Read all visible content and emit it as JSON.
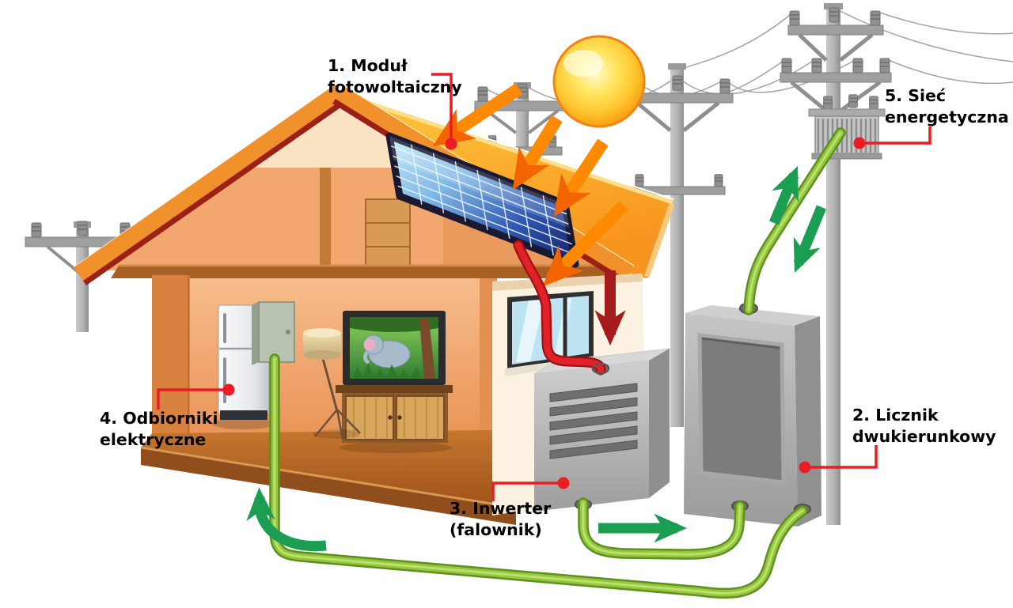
{
  "labels": [
    {
      "num": "1",
      "line1": "1. Moduł",
      "line2": "fotowoltaiczny"
    },
    {
      "num": "2",
      "line1": "2. Licznik",
      "line2": "dwukierunkowy"
    },
    {
      "num": "3",
      "line1": "3. Inwerter",
      "line2": "(falownik)"
    },
    {
      "num": "4",
      "line1": "4. Odbiorniki",
      "line2": "elektryczne"
    },
    {
      "num": "5",
      "line1": "5. Sieć",
      "line2": "energetyczna"
    }
  ],
  "colors": {
    "text_black": "#000000",
    "label_red": "#EC1C24",
    "cable_green_core": "#93C83D",
    "cable_green_edge": "#5F8F1E",
    "flow_arrow_green": "#1B9D52",
    "cable_red_core": "#E02127",
    "cable_red_edge": "#9E1013",
    "dc_arrow_dark_red": "#A61C1C",
    "sun_ray_orange": "#FF8A00",
    "sun_ray_tip": "#F26500",
    "roof_orange": "#F0912C",
    "roof_inner_red": "#9B2015",
    "wall_peach": "#F2A76E",
    "pole_gray": "#A9A9A9"
  },
  "scene": {
    "elements": [
      "sun-icon",
      "solar-panel",
      "house",
      "tv-icon",
      "fridge-icon",
      "distribution-box-icon",
      "floor-lamp-icon",
      "cabinet-icon",
      "window",
      "inverter-box",
      "bidirectional-meter-box",
      "transformer-icon",
      "utility-poles",
      "power-wires",
      "green-energy-cables",
      "red-dc-cable",
      "flow-arrows"
    ]
  }
}
